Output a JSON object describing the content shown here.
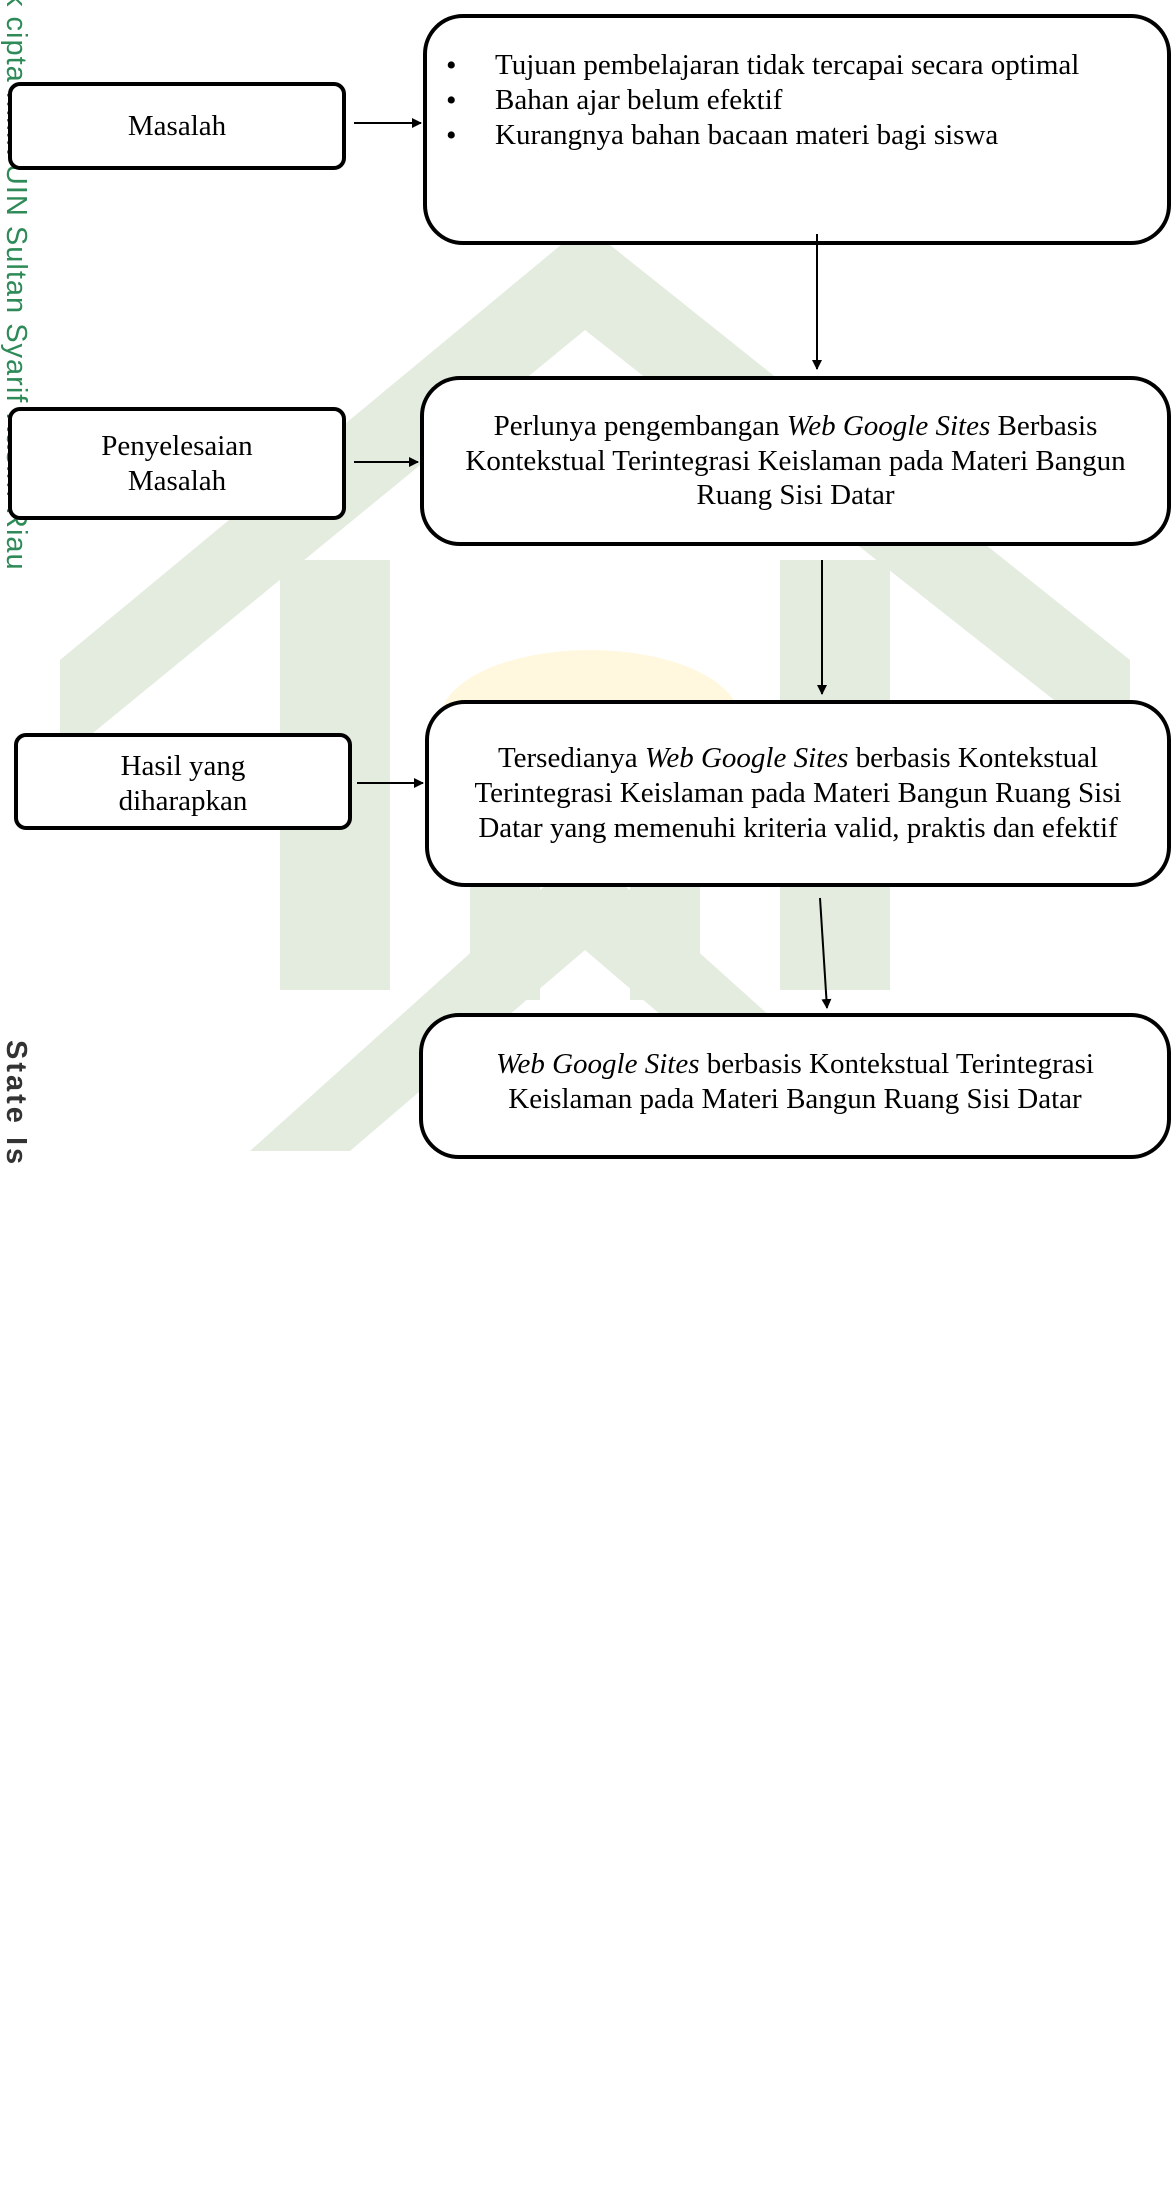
{
  "side_text": {
    "top": "k cipta milik UIN Sultan Syarif Kasim Riau",
    "bottom": "State Is"
  },
  "left_boxes": [
    {
      "label": "Masalah"
    },
    {
      "label": "Penyelesaian Masalah"
    },
    {
      "label": "Hasil yang diharapkan"
    }
  ],
  "problems": [
    "Tujuan pembelajaran tidak tercapai secara optimal",
    "Bahan ajar belum efektif",
    "Kurangnya bahan bacaan materi bagi siswa"
  ],
  "solution": {
    "pre": "Perlunya pengembangan ",
    "italic": "Web Google Sites",
    "post": " Berbasis Kontekstual Terintegrasi Keislaman pada Materi Bangun Ruang Sisi Datar"
  },
  "expected": {
    "pre": "Tersedianya ",
    "italic": "Web Google Sites",
    "post": " berbasis Kontekstual Terintegrasi Keislaman pada Materi Bangun Ruang Sisi Datar yang memenuhi kriteria valid, praktis dan efektif"
  },
  "product": {
    "italic": "Web Google Sites",
    "post": " berbasis Kontekstual Terintegrasi Keislaman pada Materi Bangun Ruang Sisi Datar"
  },
  "colors": {
    "watermark": "#e3ecde",
    "side_text": "#2e8a57"
  }
}
